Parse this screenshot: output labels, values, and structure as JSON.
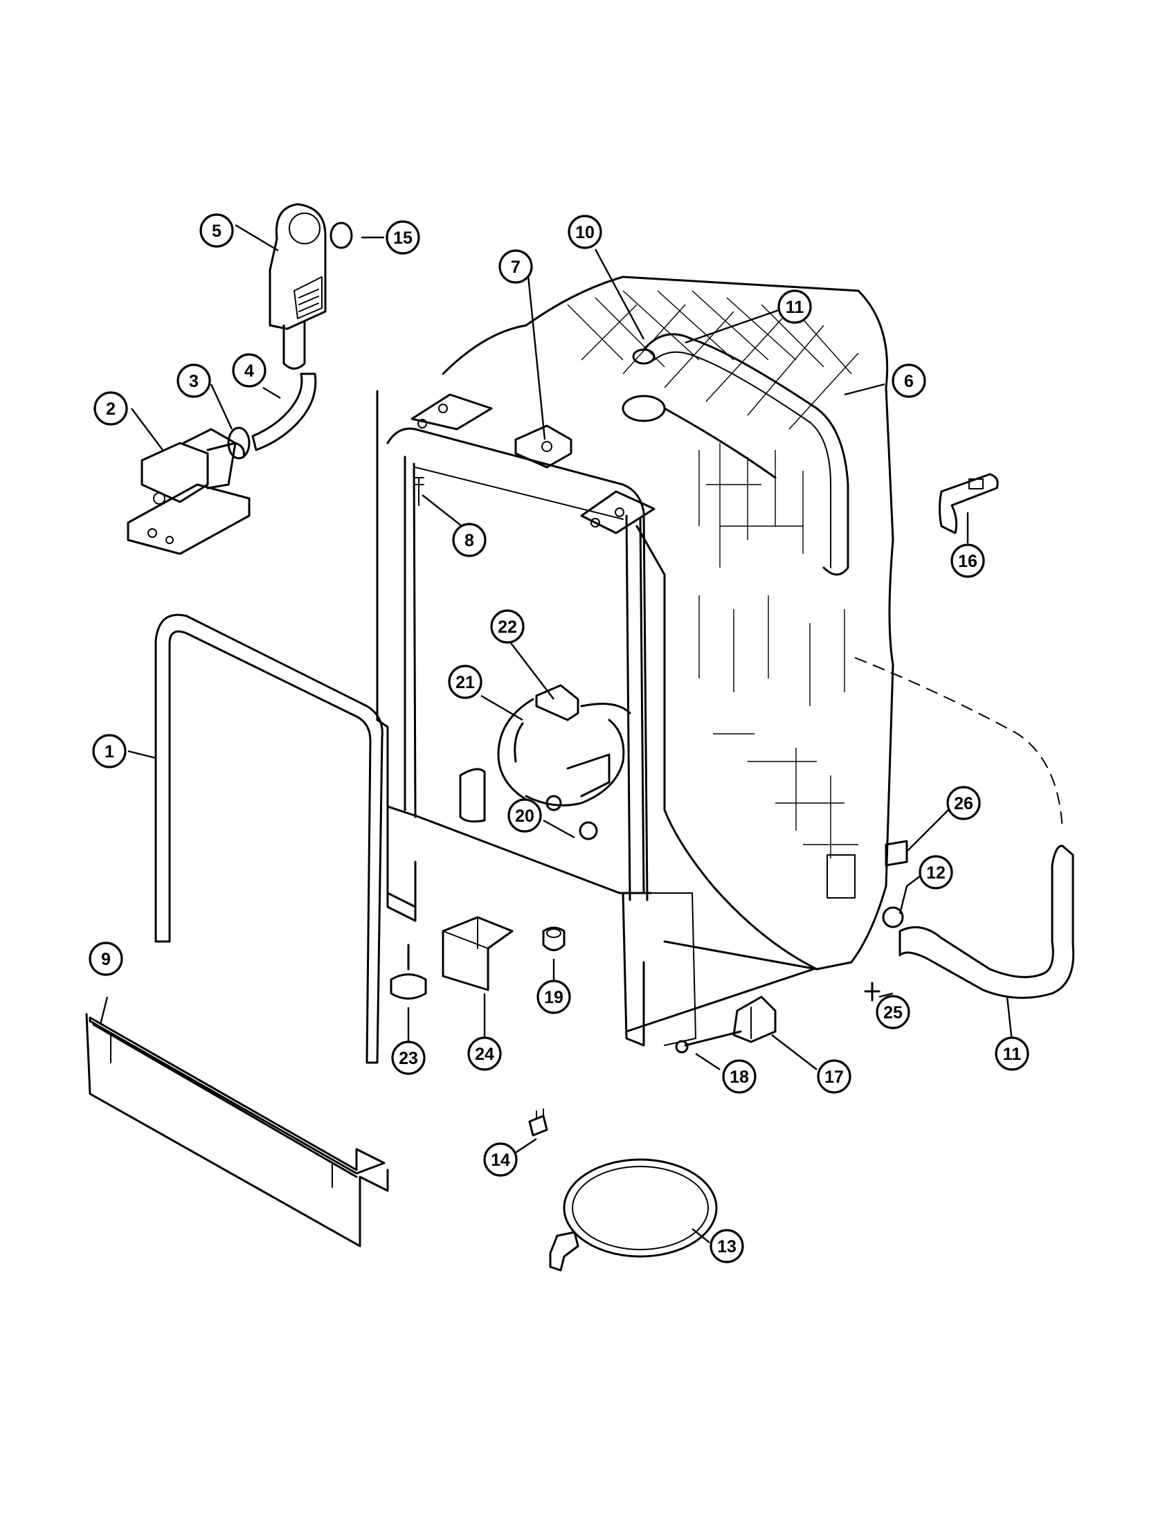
{
  "diagram": {
    "callouts": [
      {
        "label": "1"
      },
      {
        "label": "2"
      },
      {
        "label": "3"
      },
      {
        "label": "4"
      },
      {
        "label": "5"
      },
      {
        "label": "6"
      },
      {
        "label": "7"
      },
      {
        "label": "8"
      },
      {
        "label": "9"
      },
      {
        "label": "10"
      },
      {
        "label": "11"
      },
      {
        "label": "11"
      },
      {
        "label": "12"
      },
      {
        "label": "13"
      },
      {
        "label": "14"
      },
      {
        "label": "15"
      },
      {
        "label": "16"
      },
      {
        "label": "17"
      },
      {
        "label": "18"
      },
      {
        "label": "19"
      },
      {
        "label": "20"
      },
      {
        "label": "21"
      },
      {
        "label": "22"
      },
      {
        "label": "23"
      },
      {
        "label": "24"
      },
      {
        "label": "25"
      },
      {
        "label": "26"
      }
    ]
  }
}
